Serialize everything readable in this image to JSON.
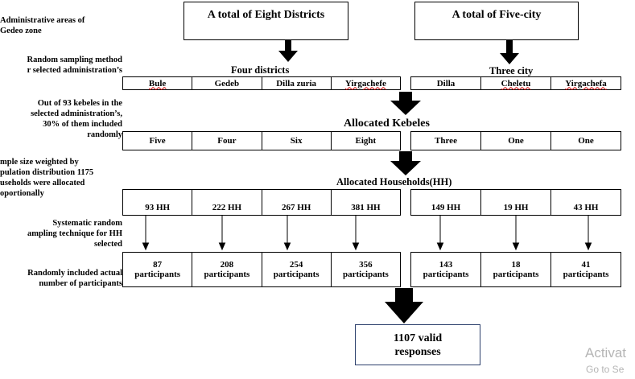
{
  "left_labels": [
    [
      "Administrative areas of",
      "Gedeo zone"
    ],
    [
      "Random sampling method",
      "r selected administration’s"
    ],
    [
      "Out of 93 kebeles in the",
      "selected administration’s,",
      "30% of them included",
      "randomly"
    ],
    [
      "mple size weighted by",
      "pulation distribution 1175",
      "useholds were allocated",
      "oportionally"
    ],
    [
      "Systematic random",
      "ampling technique for HH",
      "selected"
    ],
    [
      "Randomly included actual",
      "number of participants"
    ]
  ],
  "top": {
    "districts_title": "A total of Eight Districts",
    "city_title": "A total of  Five-city"
  },
  "four_districts_label": "Four districts",
  "three_city_label": "Three city",
  "districts": [
    "Bule",
    "Gedeb",
    "Dilla zuria",
    "Yirgachefe"
  ],
  "cities": [
    "Dilla",
    "Cheletu",
    "Yirgachefa"
  ],
  "allocated_kebeles_label": "Allocated Kebeles",
  "kebeles_left": [
    "Five",
    "Four",
    "Six",
    "Eight"
  ],
  "kebeles_right": [
    "Three",
    "One",
    "One"
  ],
  "allocated_households_label": "Allocated Households(HH)",
  "hh_left": [
    "93 HH",
    "222 HH",
    "267 HH",
    "381 HH"
  ],
  "hh_right": [
    "149 HH",
    "19 HH",
    "43 HH"
  ],
  "participants_left": [
    [
      "87",
      "participants"
    ],
    [
      "208",
      "participants"
    ],
    [
      "254",
      "participants"
    ],
    [
      "356",
      "participants"
    ]
  ],
  "participants_right": [
    [
      "143",
      "participants"
    ],
    [
      "18",
      "participants"
    ],
    [
      "41",
      "participants"
    ]
  ],
  "final": [
    "1107 valid",
    "responses"
  ],
  "watermark": [
    "Activat",
    "Go to Se"
  ]
}
